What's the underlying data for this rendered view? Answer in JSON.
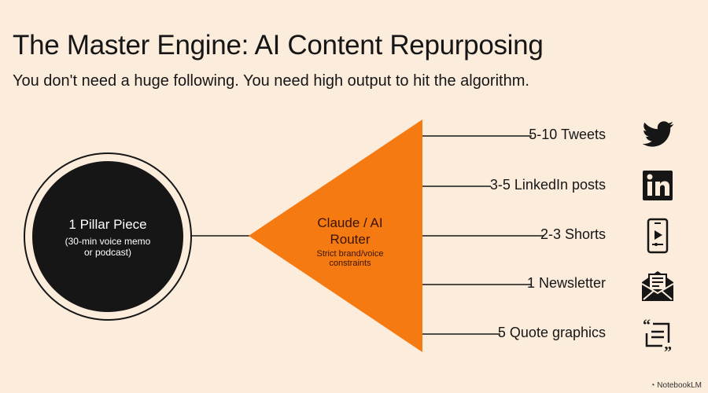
{
  "header": {
    "title": "The Master Engine: AI Content Repurposing",
    "subtitle": "You don't need a huge following. You need high output to hit the algorithm."
  },
  "source": {
    "title": "1 Pillar Piece",
    "detail_line1": "(30-min voice memo",
    "detail_line2": "or podcast)"
  },
  "router": {
    "title_line1": "Claude / AI",
    "title_line2": "Router",
    "detail_line1": "Strict brand/voice",
    "detail_line2": "constraints"
  },
  "outputs": [
    {
      "label": "5-10 Tweets",
      "icon": "twitter-bird-icon"
    },
    {
      "label": "3-5 LinkedIn posts",
      "icon": "linkedin-icon"
    },
    {
      "label": "2-3 Shorts",
      "icon": "smartphone-video-icon"
    },
    {
      "label": "1 Newsletter",
      "icon": "envelope-letter-icon"
    },
    {
      "label": "5 Quote graphics",
      "icon": "quote-text-icon"
    }
  ],
  "branding": "NotebookLM",
  "colors": {
    "background": "#fcecdc",
    "accent": "#f57a12",
    "dark": "#161616"
  }
}
